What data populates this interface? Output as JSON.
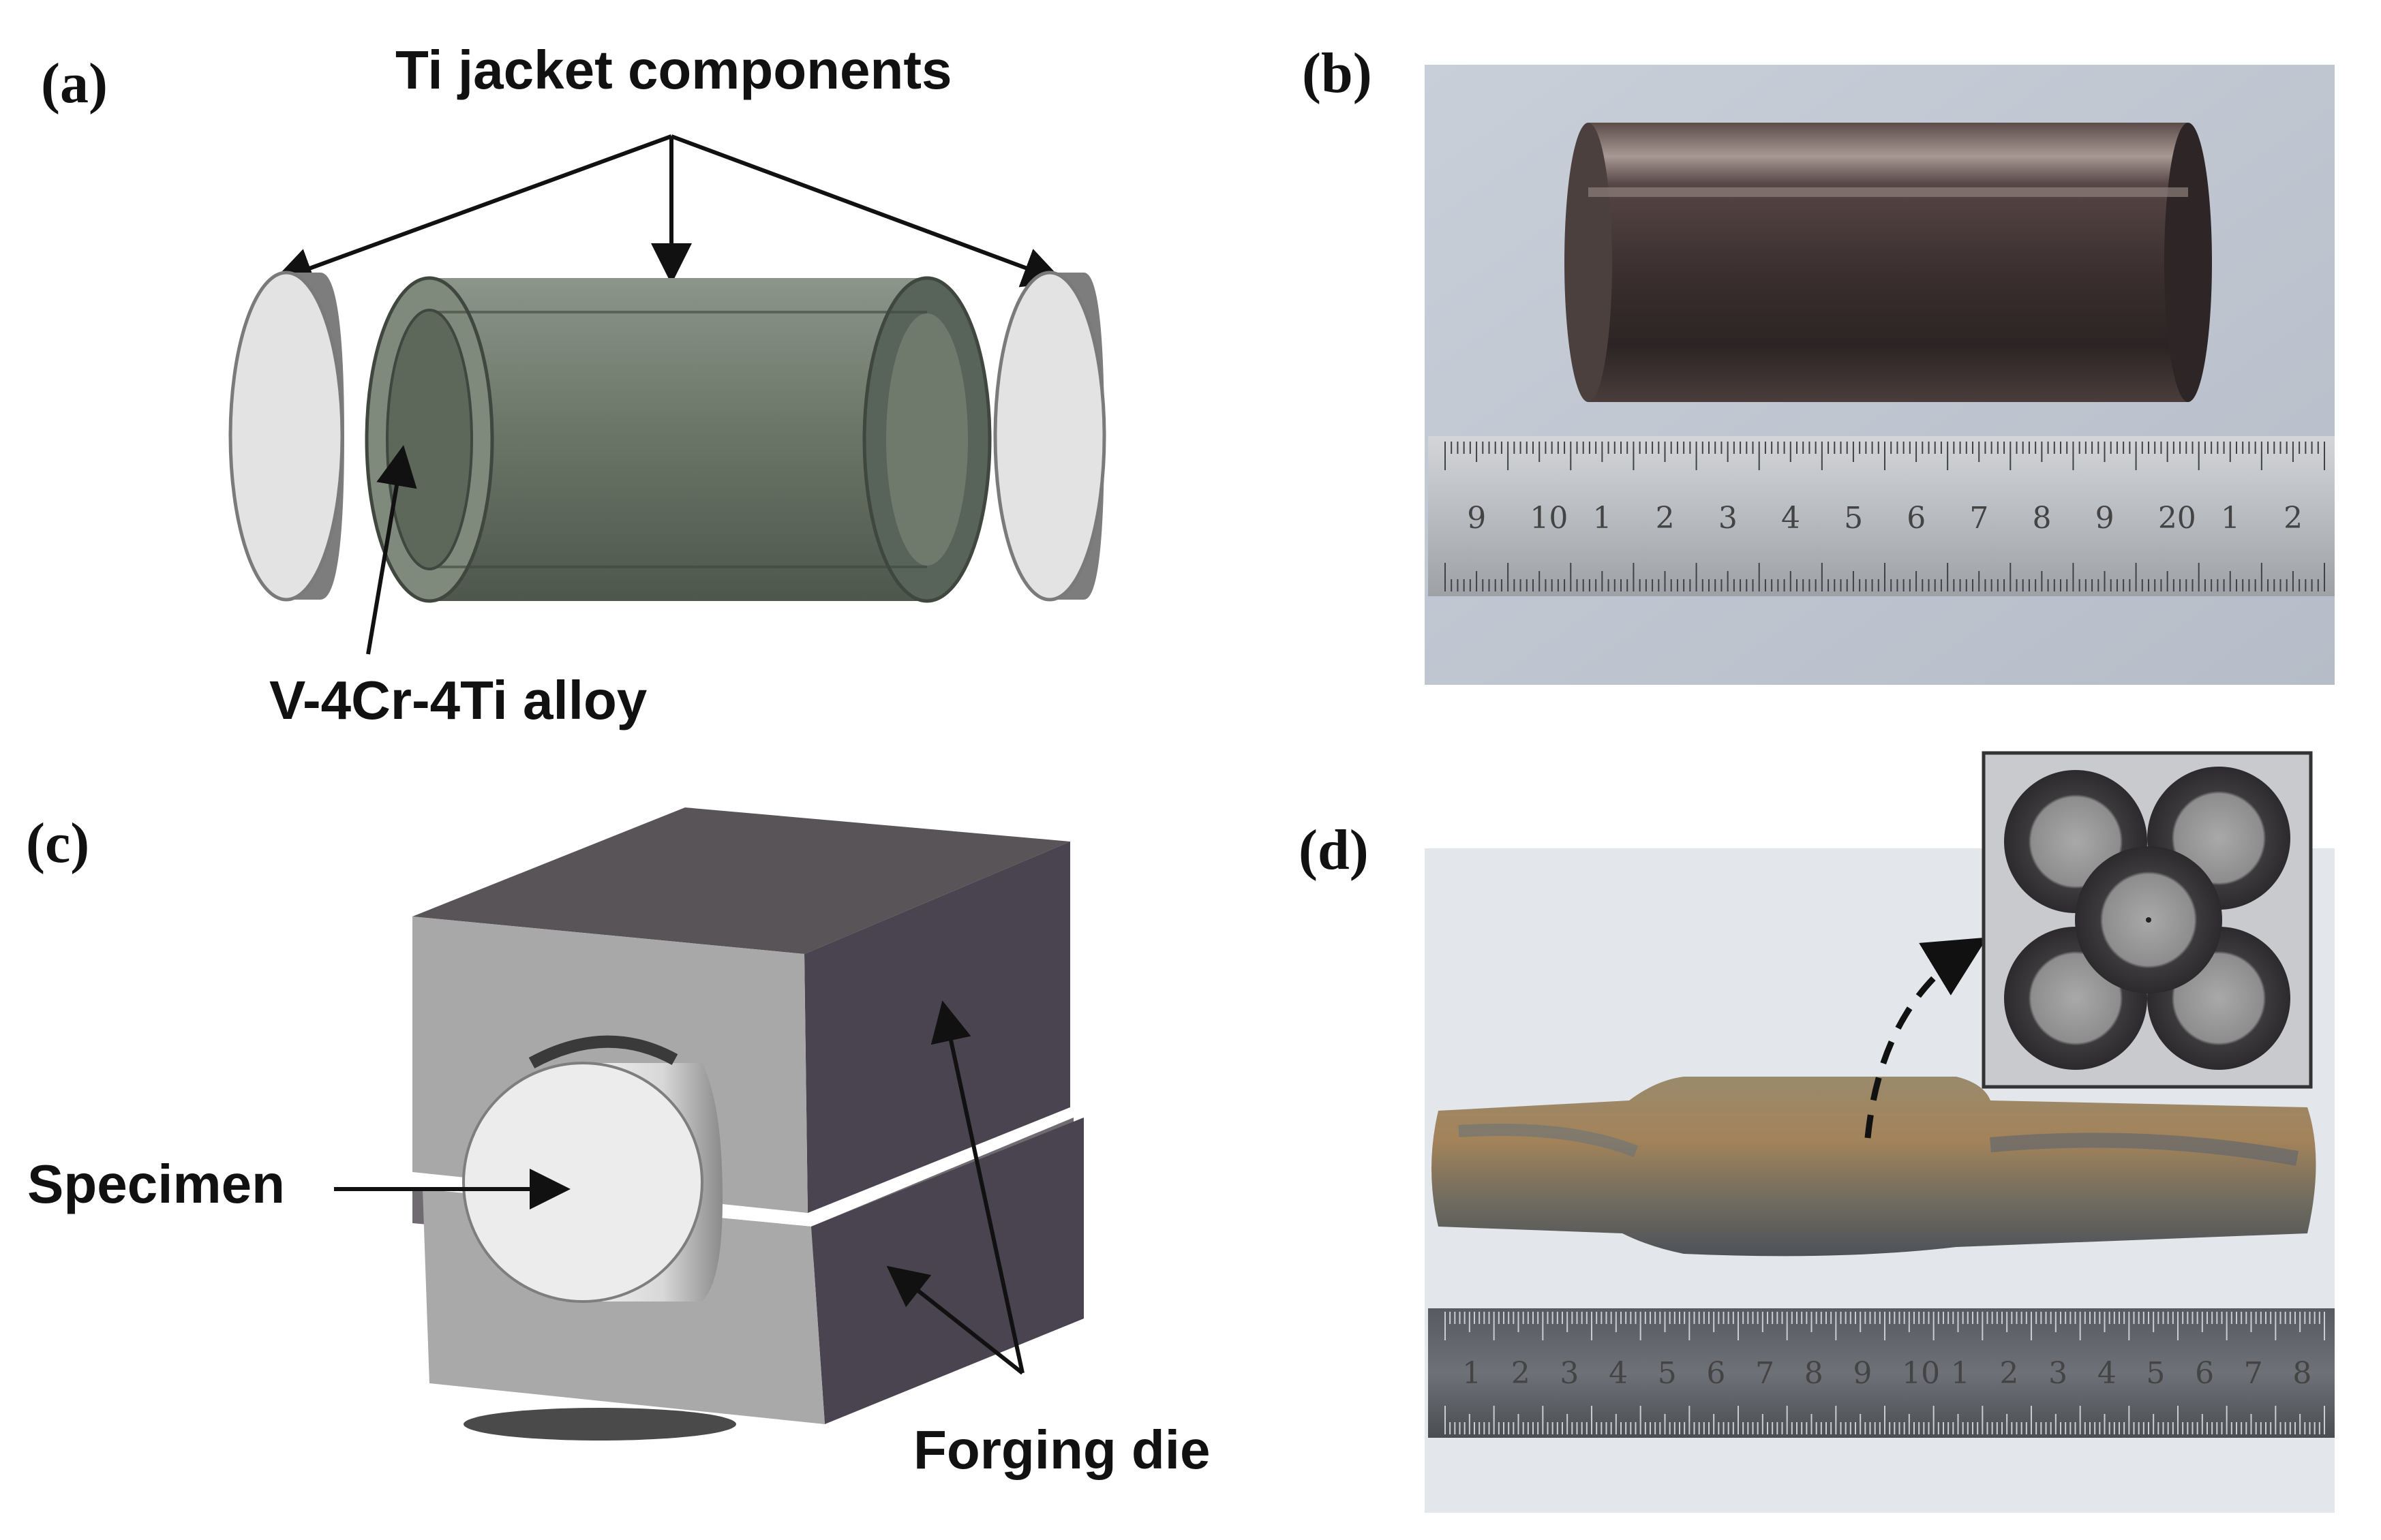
{
  "panels": {
    "a": {
      "label": "(a)",
      "callout_top": "Ti jacket components",
      "callout_bottom": "V-4Cr-4Ti alloy"
    },
    "b": {
      "label": "(b)",
      "ruler_marks": [
        "9",
        "10",
        "1",
        "2",
        "3",
        "4",
        "5",
        "6",
        "7",
        "8",
        "9",
        "20",
        "1",
        "2"
      ]
    },
    "c": {
      "label": "(c)",
      "callout_left": "Specimen",
      "callout_bottom": "Forging die"
    },
    "d": {
      "label": "(d)",
      "ruler_marks": [
        "1",
        "2",
        "3",
        "4",
        "5",
        "6",
        "7",
        "8",
        "9",
        "10",
        "1",
        "2",
        "3",
        "4",
        "5",
        "6",
        "7",
        "8"
      ]
    }
  },
  "colors": {
    "jacket_green": "#6e7a6c",
    "disk_face": "#e2e2e2",
    "disk_edge": "#8a8a8a",
    "die_front": "#a9a9a9",
    "die_top": "#585458",
    "die_side": "#4a4450",
    "rod_dark": "#3e3434",
    "ruler_metal": "#b9bcc0",
    "forged_rust": "#8f7350"
  }
}
